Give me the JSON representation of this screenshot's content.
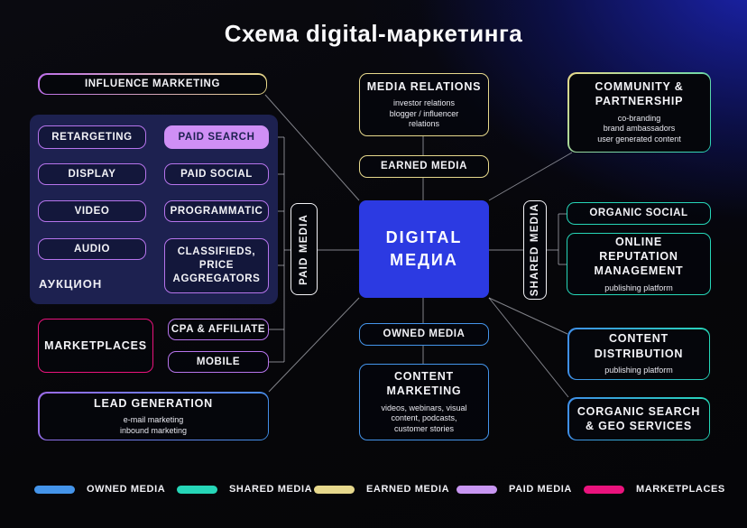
{
  "title": "Схема digital-маркетинга",
  "colors": {
    "owned_blue": "#4494ea",
    "shared_teal": "#26d6b8",
    "earned_yellow": "#e6d88c",
    "paid_purple": "#b674ec",
    "paid_search_fill": "#cf8ff5",
    "marketplaces_pink": "#ea137d",
    "digital_center_blue": "#2c3ae2",
    "auction_panel_bg": "#1d2150"
  },
  "paid_section": {
    "influence_marketing": "INFLUENCE MARKETING",
    "auction_label": "АУКЦИОН",
    "retargeting": "RETARGETING",
    "display": "DISPLAY",
    "video": "VIDEO",
    "audio": "AUDIO",
    "paid_search": "PAID SEARCH",
    "paid_social": "PAID SOCIAL",
    "programmatic": "PROGRAMMATIC",
    "classifieds": "CLASSIFIEDS, PRICE AGGREGATORS",
    "marketplaces": "MARKETPLACES",
    "cpa_affiliate": "CPA & AFFILIATE",
    "mobile": "MOBILE",
    "lead_generation": {
      "title": "LEAD GENERATION",
      "sub": [
        "e-mail marketing",
        "inbound marketing"
      ]
    },
    "paid_media_label": "PAID MEDIA"
  },
  "center": {
    "digital_line1": "DIGITAL",
    "digital_line2": "МЕДИА",
    "media_relations": {
      "title": "MEDIA RELATIONS",
      "sub": [
        "investor relations",
        "blogger / influencer",
        "relations"
      ]
    },
    "earned_media_label": "EARNED MEDIA",
    "owned_media_label": "OWNED MEDIA",
    "content_marketing": {
      "title": "CONTENT MARKETING",
      "sub": [
        "videos, webinars, visual",
        "content, podcasts,",
        "customer stories"
      ]
    }
  },
  "shared_section": {
    "community": {
      "title": "COMMUNITY & PARTNERSHIP",
      "sub": [
        "co-branding",
        "brand ambassadors",
        "user generated content"
      ]
    },
    "shared_media_label": "SHARED MEDIA",
    "organic_social": "ORGANIC SOCIAL",
    "reputation": {
      "title": "ONLINE REPUTATION MANAGEMENT",
      "sub": "publishing platform"
    },
    "content_distribution": {
      "title": "CONTENT DISTRIBUTION",
      "sub": "publishing platform"
    },
    "organic_search": "CORGANIC SEARCH & GEO SERVICES"
  },
  "legend": [
    {
      "label": "OWNED MEDIA",
      "color": "#4494ea"
    },
    {
      "label": "SHARED MEDIA",
      "color": "#26d6b8"
    },
    {
      "label": "EARNED MEDIA",
      "color": "#e6d88c"
    },
    {
      "label": "PAID MEDIA",
      "color": "#c896f2"
    },
    {
      "label": "MARKETPLACES",
      "color": "#ea137d"
    }
  ]
}
